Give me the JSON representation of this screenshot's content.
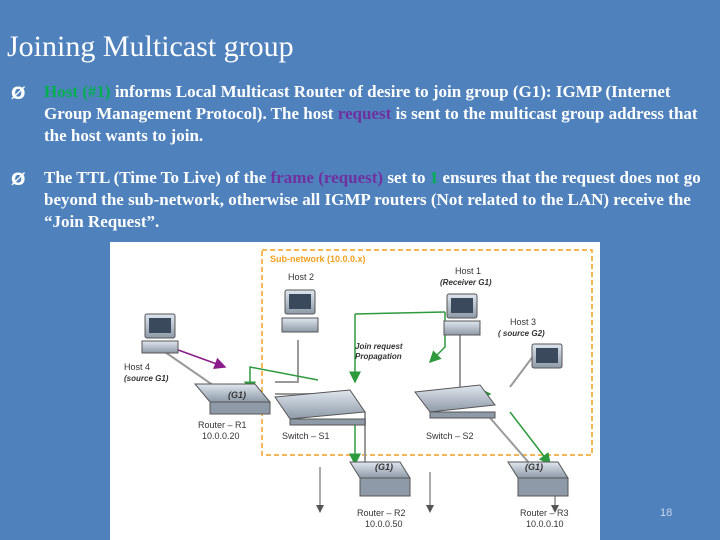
{
  "slide": {
    "title": "Joining Multicast group",
    "number": "18"
  },
  "bullets": [
    {
      "marker": "Ø",
      "host_label": "Host (#1)",
      "text_a": " informs Local Multicast Router of desire to join group (G1): IGMP (Internet Group Management Protocol). The host ",
      "request_word": "request",
      "text_b": " is sent to the multicast group address that the host wants to join."
    },
    {
      "marker": "Ø",
      "text_a": "The TTL (Time To Live) of the ",
      "frame_word": "frame (request)",
      "text_b": " set to ",
      "ttl_value": "1",
      "text_c": " ensures that the request does not go beyond the sub-network, otherwise all IGMP routers (Not related to the LAN) receive the “Join Request”."
    }
  ],
  "diagram": {
    "subnet_label": "Sub-network (10.0.0.x)",
    "host2": "Host 2",
    "host1_line1": "Host 1",
    "host1_line2": "(Receiver G1)",
    "host3_line1": "Host 3",
    "host3_line2": "( source G2)",
    "host4_line1": "Host 4",
    "host4_line2": "(source G1)",
    "join_line1": "Join request",
    "join_line2": "Propagation",
    "router_r1_group": "(G1)",
    "router_r1_name": "Router – R1",
    "router_r1_ip": "10.0.0.20",
    "switch_s1": "Switch – S1",
    "switch_s2": "Switch – S2",
    "router_r2_group": "(G1)",
    "router_r2_name": "Router – R2",
    "router_r2_ip": "10.0.0.50",
    "router_r3_group": "(G1)",
    "router_r3_name": "Router – R3",
    "router_r3_ip": "10.0.0.10"
  },
  "colors": {
    "background": "#4f81bd",
    "green": "#00b050",
    "purple": "#7030a0",
    "subnet_border": "#f0a020",
    "link_green": "#2e9a3e",
    "link_purple": "#8a1a8a"
  }
}
